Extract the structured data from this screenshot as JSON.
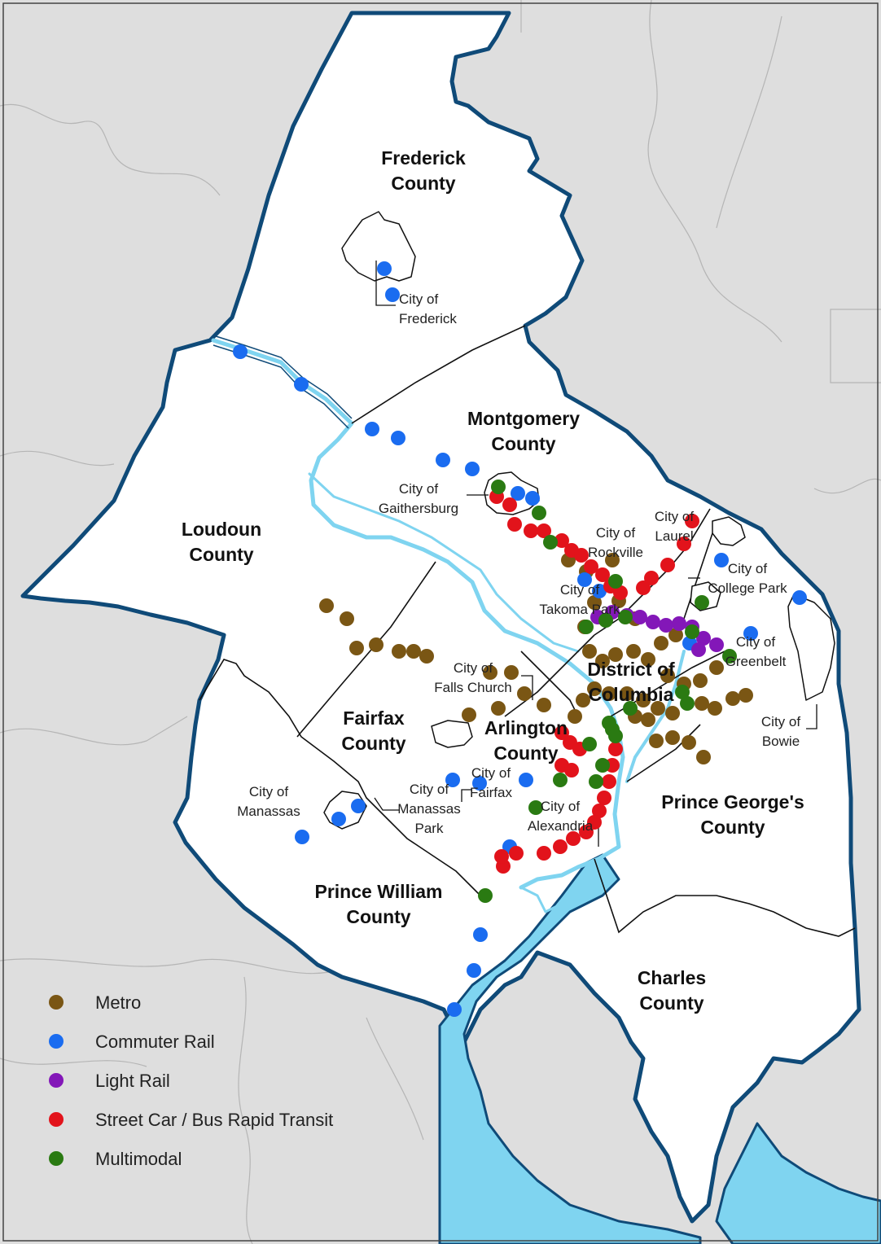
{
  "counties": [
    {
      "lines": [
        "Frederick",
        "County"
      ]
    },
    {
      "lines": [
        "Montgomery",
        "County"
      ]
    },
    {
      "lines": [
        "Loudoun",
        "County"
      ]
    },
    {
      "lines": [
        "Fairfax",
        "County"
      ]
    },
    {
      "lines": [
        "Arlington",
        "County"
      ]
    },
    {
      "lines": [
        "District of",
        "Columbia"
      ]
    },
    {
      "lines": [
        "Prince George's",
        "County"
      ]
    },
    {
      "lines": [
        "Prince William",
        "County"
      ]
    },
    {
      "lines": [
        "Charles",
        "County"
      ]
    }
  ],
  "cities": [
    {
      "lines": [
        "City of",
        "Frederick"
      ]
    },
    {
      "lines": [
        "City of",
        "Gaithersburg"
      ]
    },
    {
      "lines": [
        "City of",
        "Rockville"
      ]
    },
    {
      "lines": [
        "City of",
        "Laurel"
      ]
    },
    {
      "lines": [
        "City of",
        "College Park"
      ]
    },
    {
      "lines": [
        "City of",
        "Takoma Park"
      ]
    },
    {
      "lines": [
        "City of",
        "Greenbelt"
      ]
    },
    {
      "lines": [
        "City of",
        "Falls Church"
      ]
    },
    {
      "lines": [
        "City of",
        "Bowie"
      ]
    },
    {
      "lines": [
        "City of",
        "Fairfax"
      ]
    },
    {
      "lines": [
        "City of",
        "Manassas"
      ]
    },
    {
      "lines": [
        "City of",
        "Manassas",
        "Park"
      ]
    },
    {
      "lines": [
        "City of",
        "Alexandria"
      ]
    }
  ],
  "legend": [
    {
      "label": "Metro",
      "color": "#7a5614"
    },
    {
      "label": "Commuter Rail",
      "color": "#1a6cf0"
    },
    {
      "label": "Light Rail",
      "color": "#8317b8"
    },
    {
      "label": "Street Car / Bus Rapid Transit",
      "color": "#e2131b"
    },
    {
      "label": "Multimodal",
      "color": "#2a7a12"
    }
  ],
  "colors": {
    "background": "#dedede",
    "region_fill": "#ffffff",
    "region_border": "#0f4a78",
    "water": "#7fd4f0"
  }
}
